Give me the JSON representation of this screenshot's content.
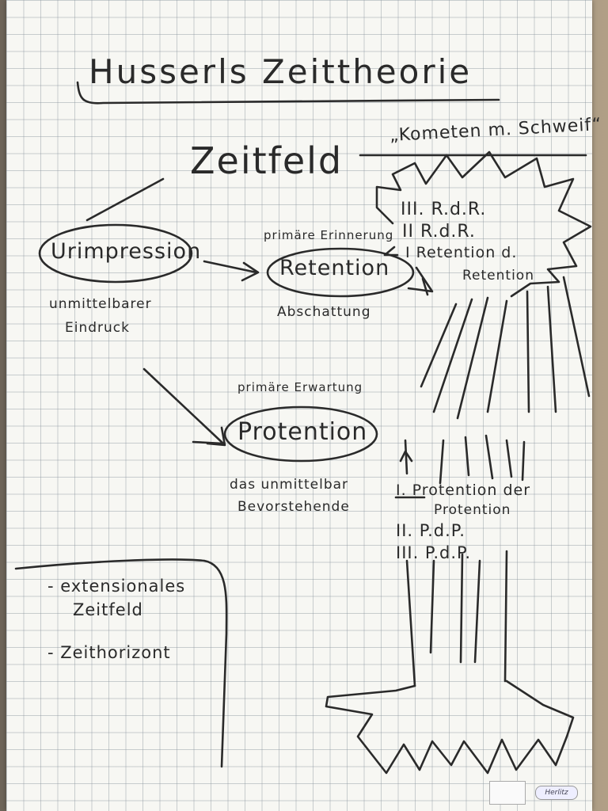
{
  "title": "Husserls Zeittheorie",
  "center_label": "Zeitfeld",
  "comet_label": "„Kometen m. Schweif“",
  "nodes": {
    "urimpression": {
      "label": "Urimpression",
      "note_lines": [
        "unmittelbarer",
        "Eindruck"
      ]
    },
    "retention": {
      "label": "Retention",
      "caption": "primäre Erinnerung",
      "note": "Abschattung"
    },
    "protention": {
      "label": "Protention",
      "caption": "primäre Erwartung",
      "note_lines": [
        "das unmittelbar",
        "Bevorstehende"
      ]
    }
  },
  "retention_levels": {
    "level3": "III. R.d.R.",
    "level2": "II R.d.R.",
    "level1_lines": [
      "I Retention d.",
      "Retention"
    ]
  },
  "protention_levels": {
    "level1_lines": [
      "I. Protention der",
      "Protention"
    ],
    "level2": "II. P.d.P.",
    "level3": "III. P.d.P."
  },
  "box_items": {
    "extensional_lines": [
      "- extensionales",
      "Zeitfeld"
    ],
    "horizon": "- Zeithorizont"
  },
  "footer": {
    "brand": "Herlitz"
  },
  "colors": {
    "ink": "#2a2a2a",
    "paper": "#f7f7f3",
    "grid": "#8c96a0"
  }
}
